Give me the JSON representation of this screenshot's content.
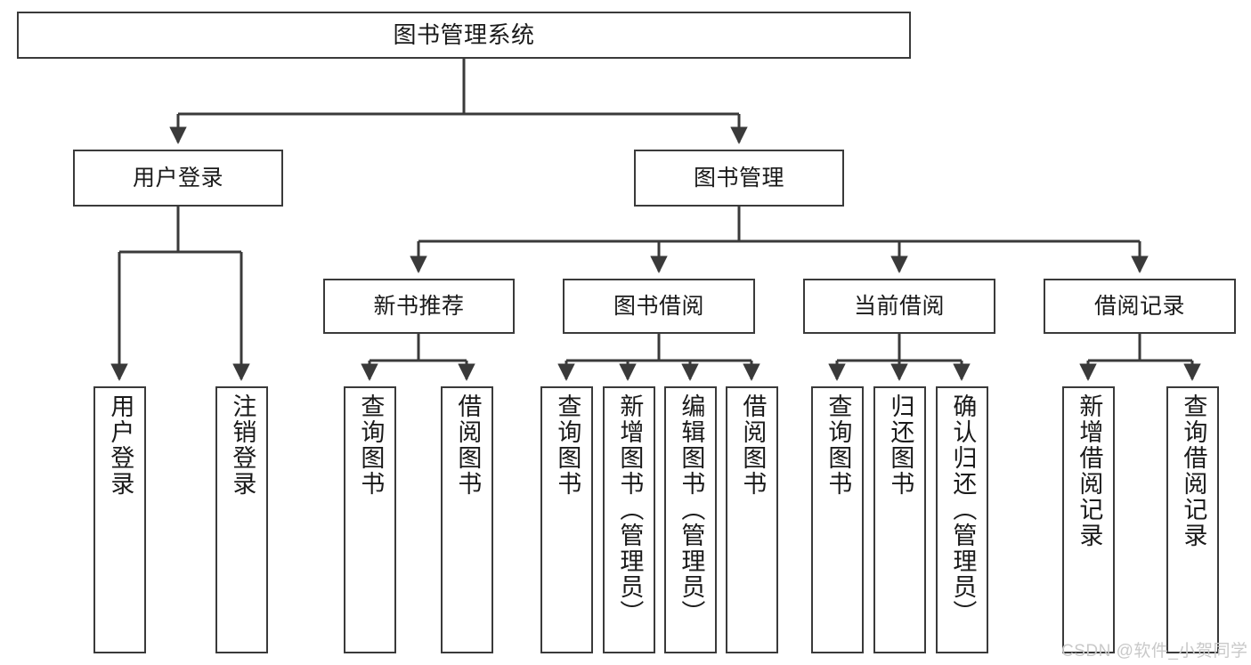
{
  "diagram": {
    "title": "图书管理系统",
    "type": "hierarchy-tree",
    "watermark": "CSDN @软件_小贺同学",
    "colors": {
      "box_border": "#3a3a3a",
      "box_fill": "#ffffff",
      "edge": "#3a3a3a",
      "text": "#1a1a1a",
      "watermark": "#c9c9c9",
      "background": "#ffffff"
    },
    "nodes": {
      "root": {
        "label": "图书管理系统"
      },
      "level2": [
        {
          "label": "用户登录"
        },
        {
          "label": "图书管理"
        }
      ],
      "level3": [
        {
          "label": "新书推荐"
        },
        {
          "label": "图书借阅"
        },
        {
          "label": "当前借阅"
        },
        {
          "label": "借阅记录"
        }
      ],
      "leaves": {
        "user_login": [
          {
            "label": "用户登录"
          },
          {
            "label": "注销登录"
          }
        ],
        "new_book_rec": [
          {
            "label": "查询图书"
          },
          {
            "label": "借阅图书"
          }
        ],
        "book_borrow": [
          {
            "label": "查询图书"
          },
          {
            "label": "新增图书（管理员）"
          },
          {
            "label": "编辑图书（管理员）"
          },
          {
            "label": "借阅图书"
          }
        ],
        "current_borrow": [
          {
            "label": "查询图书"
          },
          {
            "label": "归还图书"
          },
          {
            "label": "确认归还（管理员）"
          }
        ],
        "borrow_record": [
          {
            "label": "新增借阅记录"
          },
          {
            "label": "查询借阅记录"
          }
        ]
      }
    }
  }
}
